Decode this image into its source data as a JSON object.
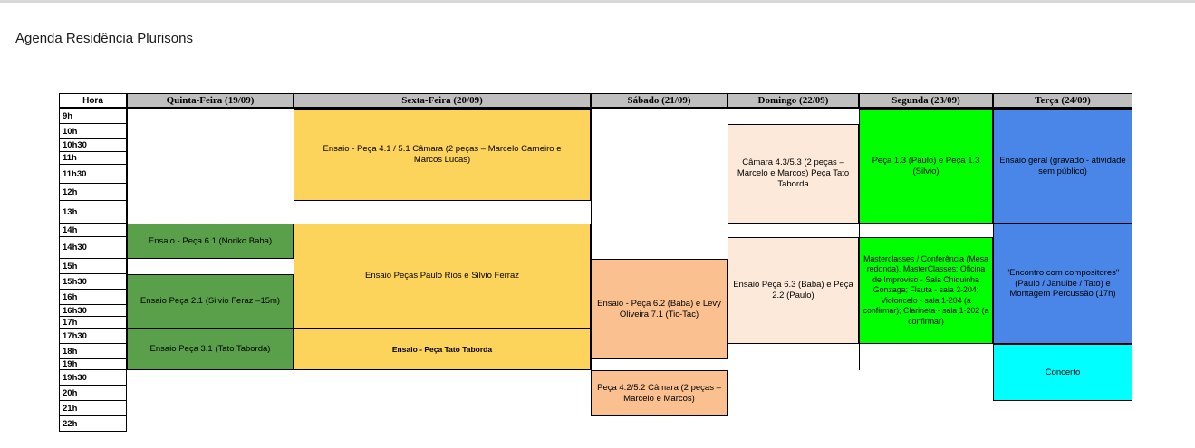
{
  "title": "Agenda Residência Plurisons",
  "table": {
    "hora_header": "Hora",
    "day_headers": [
      "Quinta-Feira (19/09)",
      "Sexta-Feira (20/09)",
      "Sábado (21/09)",
      "Domingo (22/09)",
      "Segunda (23/09)",
      "Terça (24/09)"
    ],
    "times": [
      "9h",
      "10h",
      "10h30",
      "11h",
      "11h30",
      "12h",
      "13h",
      "14h",
      "14h30",
      "15h",
      "15h30",
      "16h",
      "16h30",
      "17h",
      "17h30",
      "18h",
      "19h",
      "19h30",
      "20h",
      "21h",
      "22h"
    ],
    "colors": {
      "header_bg": "#bfbfbf",
      "green": "#5aa04b",
      "yellow": "#fcd35b",
      "orange": "#fac090",
      "peach": "#fde9d9",
      "bright_green": "#00ff00",
      "blue": "#4a86e8",
      "cyan": "#00ffff"
    },
    "events": [
      {
        "day_index": 0,
        "start": "14h",
        "end": "14h30",
        "label": "Ensaio - Peça 6.1 (Noriko Baba)",
        "color_key": "green",
        "style": ""
      },
      {
        "day_index": 0,
        "start": "15h30",
        "end": "17h",
        "label": "Ensaio Peça 2.1 (Silvio Feraz –15m)",
        "color_key": "green",
        "style": ""
      },
      {
        "day_index": 0,
        "start": "17h30",
        "end": "19h",
        "label": "Ensaio Peça 3.1 (Tato Taborda)",
        "color_key": "green",
        "style": ""
      },
      {
        "day_index": 1,
        "start": "9h",
        "end": "12h",
        "label": "Ensaio - Peça 4.1 / 5.1 Câmara (2 peças – Marcelo Carneiro e Marcos Lucas)",
        "color_key": "yellow",
        "style": "padded"
      },
      {
        "day_index": 1,
        "start": "14h",
        "end": "17h",
        "label": "Ensaio Peças Paulo Rios e Silvio Ferraz",
        "color_key": "yellow",
        "style": ""
      },
      {
        "day_index": 1,
        "start": "17h30",
        "end": "19h",
        "label": "Ensaio - Peça Tato Taborda",
        "color_key": "yellow",
        "style": "emph"
      },
      {
        "day_index": 2,
        "start": "15h",
        "end": "18h",
        "label": "Ensaio - Peça 6.2 (Baba) e Levy Oliveira 7.1 (Tic-Tac)",
        "color_key": "orange",
        "style": ""
      },
      {
        "day_index": 2,
        "start": "19h30",
        "end": "21h",
        "label": "Peça 4.2/5.2 Câmara (2 peças – Marcelo e Marcos)",
        "color_key": "orange",
        "style": ""
      },
      {
        "day_index": 3,
        "start": "10h",
        "end": "13h",
        "label": "Câmara 4.3/5.3 (2 peças – Marcelo e Marcos) Peça Tato Taborda",
        "color_key": "peach",
        "style": ""
      },
      {
        "day_index": 3,
        "start": "14h30",
        "end": "17h30",
        "label": "Ensaio Peça 6.3 (Baba) e Peça 2.2 (Paulo)",
        "color_key": "peach",
        "style": ""
      },
      {
        "day_index": 4,
        "start": "9h",
        "end": "13h",
        "label": "Peça 1.3 (Paulo) e Peça 1.3 (Silvio)",
        "color_key": "bright_green",
        "style": ""
      },
      {
        "day_index": 4,
        "start": "14h30",
        "end": "17h30",
        "label": "Masterclasses / Conferência (Mesa redonda). MasterClasses: Oficina de Improviso - Sala Chiquinha Gonzaga; Flauta - sala 2-204; Violoncelo - sala 1-204 (a confirmar); Clarineta - sala 1-202 (a confirmar)",
        "color_key": "bright_green",
        "style": "small"
      },
      {
        "day_index": 5,
        "start": "9h",
        "end": "13h",
        "label": "Ensaio geral (gravado - atividade sem público)",
        "color_key": "blue",
        "style": ""
      },
      {
        "day_index": 5,
        "start": "14h",
        "end": "17h30",
        "label": "\"Encontro com compositores\" (Paulo / Januibe / Tato) e Montagem Percussão (17h)",
        "color_key": "blue",
        "style": ""
      },
      {
        "day_index": 5,
        "start": "18h",
        "end": "20h",
        "label": "Concerto",
        "color_key": "cyan",
        "style": ""
      }
    ]
  }
}
